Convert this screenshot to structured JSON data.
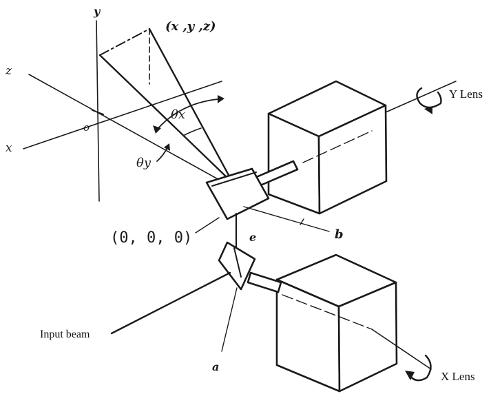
{
  "labels": {
    "axis_y": "y",
    "axis_z": "z",
    "axis_x": "x",
    "origin": "o",
    "point": "(x ,y ,z)",
    "theta_x": "θx",
    "theta_y": "θy",
    "zero_point": "(0, 0, 0)",
    "label_e": "e",
    "label_b": "b",
    "label_a": "a",
    "y_lens": "Y Lens",
    "x_lens": "X Lens",
    "input_beam": "Input beam"
  },
  "colors": {
    "ink": "#1a1a1a",
    "background": "#ffffff"
  }
}
